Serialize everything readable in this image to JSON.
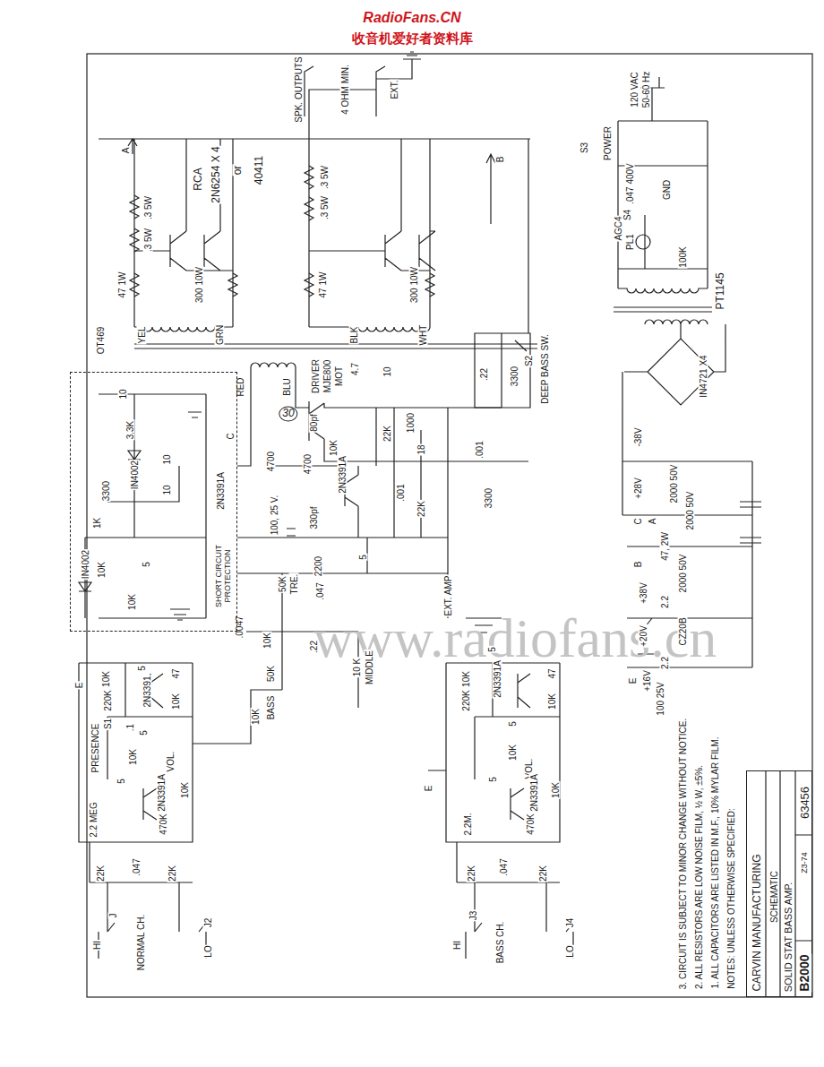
{
  "diagram": {
    "nodes": [
      {
        "text": [
          "CARVIN MANUFACTURING",
          "SCHEMATIC",
          "SOLID STAT BASS AMP.",
          "B2000",
          "Z3-74",
          "63456"
        ]
      },
      {
        "text": [
          "SHORT CIRCUIT PROTECTION"
        ]
      }
    ],
    "labels": [
      "RadioFans.CN",
      "收音机爱好者资料库",
      "www.radiofans.cn",
      "SPK. OUTPUTS",
      "4 OHM MIN.",
      "EXT.",
      "A",
      "B",
      "RCA",
      "2N6254 X 4",
      "or",
      "40411",
      ".3 5W",
      ".3 5W",
      ".3 5W",
      ".3 5W",
      "47 1W",
      "300 10W",
      "47 1W",
      "300 10W",
      "YEL",
      "GRN",
      "BLK",
      "WHT",
      "OT469",
      "RED",
      "BLU",
      "DRIVER",
      "MJE800",
      "MOT",
      "4.7",
      "10",
      "1000",
      ".22",
      "3300",
      "S2",
      "DEEP BASS SW.",
      ".001",
      "3300",
      "30",
      "80pf",
      "10K",
      "22K",
      "18",
      ".001",
      "22K",
      "2N3391A",
      "4700",
      "4700",
      "C",
      "100, 25 V.",
      "330pf",
      "2200",
      "5",
      ".047",
      "EXT. AMP",
      "50K",
      "TRE.",
      "10",
      "3.3K",
      "IN4002",
      "10",
      "10",
      "3300",
      "2N3391A",
      "1K",
      "10K",
      "5",
      "10K",
      "IN4002",
      ".0047",
      "10K",
      ".22",
      "50K",
      "BASS",
      "10 K",
      "MIDDLE",
      "10K",
      "E",
      "10K",
      "5",
      "2N3391",
      "47",
      "220K",
      "10K",
      "PRESENCE",
      "S1",
      ".1",
      "5",
      "10K",
      "VOL.",
      "5",
      "2N3391A",
      "10K",
      "2.2 MEG",
      "470K",
      ".047",
      "22K",
      "22K",
      "HI",
      "J",
      "NORMAL CH.",
      "J2",
      "LO",
      "5",
      "2N3391A",
      "10K",
      "47",
      "220K",
      "10K",
      "5",
      "10K",
      "VOL.",
      "E",
      "5",
      "2N3391A",
      "10K",
      "2.2M.",
      "470K",
      ".047",
      "22K",
      "22K",
      "HI",
      "J3",
      "BASS CH.",
      "J4",
      "LO",
      "120 VAC",
      "50-60 Hz",
      "S3",
      "POWER",
      ".047 400V",
      "S4",
      "GND",
      "AGC4",
      "PL1",
      "100K",
      "PT1145",
      "IN4721 X4",
      "-38V",
      "+28V",
      "A",
      "C",
      "2000 50V",
      "2000 50V",
      "47, 2W",
      "B",
      "+38V",
      "2000 50V",
      "2.2",
      "CZ20B",
      "+20V",
      "E",
      "+16V",
      "2.2",
      "100 25V",
      "NOTES: UNLESS OTHERWISE SPECIFIED:",
      "1. ALL CAPACITORS ARE LISTED IN M.F., 10% MYLAR FILM.",
      "2. ALL RESISTORS ARE LOW NOISE FILM, ½ W, ±5%.",
      "3. CIRCUIT IS SUBJECT TO MINOR CHANGE WITHOUT NOTICE."
    ]
  }
}
